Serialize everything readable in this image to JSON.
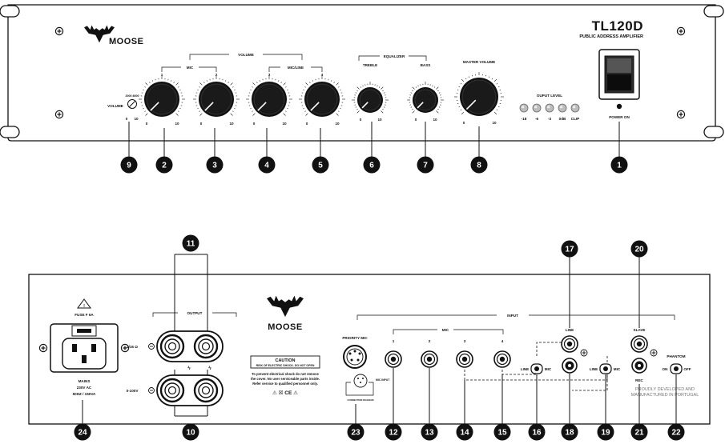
{
  "front": {
    "model": "TL120D",
    "subtitle": "PUBLIC ADDRESS AMPLIFIER",
    "brand": "MOOSE",
    "volume_group": "VOLUME",
    "mic_group": "MIC",
    "micline_group": "MIC/LINE",
    "equalizer_group": "EQUALIZER",
    "treble": "TREBLE",
    "bass": "BASS",
    "master_volume": "MASTER VOLUME",
    "channel_1": "1",
    "channel_2": "2",
    "channel_3": "3",
    "channel_4": "4",
    "volume_label": "VOLUME",
    "knob_text": "2000 8000",
    "scale_min": "0",
    "scale_max": "10",
    "output_level": "OUPUT LEVEL",
    "led_labels": [
      "-18",
      "-6",
      "-3",
      "0dB",
      "CLIP"
    ],
    "power_on": "POWER ON"
  },
  "rear": {
    "brand": "MOOSE",
    "fuse": "FUSE F 6A",
    "mains": "MAINS",
    "mains_voltage": "230V AC",
    "mains_rating": "50HZ / 150VA",
    "output": "OUTPUT",
    "ohm": "4/16 Ω",
    "volt": "0-100V",
    "caution_title": "CAUTION",
    "caution_sub": "RISK OF ELECTRIC SHOCK. DO NOT OPEN",
    "warning_1": "To prevent electrical shock do not remove",
    "warning_2": "the cover. No user serviceable parts inside.",
    "warning_3": "Refer service to qualified personnel only.",
    "cert_marks": "⚠ ☒ CE ⚠",
    "input": "INPUT",
    "mic": "MIC",
    "priority_mic": "PRIORITY MIC",
    "mic_input": "MIC INPUT",
    "pinout": "CONNECTION DIAGRAM",
    "line": "LINE",
    "line_label": "LINE",
    "mic_label": "MIC",
    "slave": "SLAVE",
    "rec": "REC",
    "phantom": "PHANTOM",
    "on": "ON",
    "off": "OFF",
    "footer_1": "PROUDLY DEVELOPED AND",
    "footer_2": "MANUFACTURED IN PORTUGAL",
    "ch_1": "1",
    "ch_2": "2",
    "ch_3": "3",
    "ch_4": "4"
  },
  "callouts": [
    "1",
    "2",
    "3",
    "4",
    "5",
    "6",
    "7",
    "8",
    "9",
    "10",
    "11",
    "12",
    "13",
    "14",
    "15",
    "16",
    "17",
    "18",
    "19",
    "20",
    "21",
    "22",
    "23",
    "24"
  ]
}
